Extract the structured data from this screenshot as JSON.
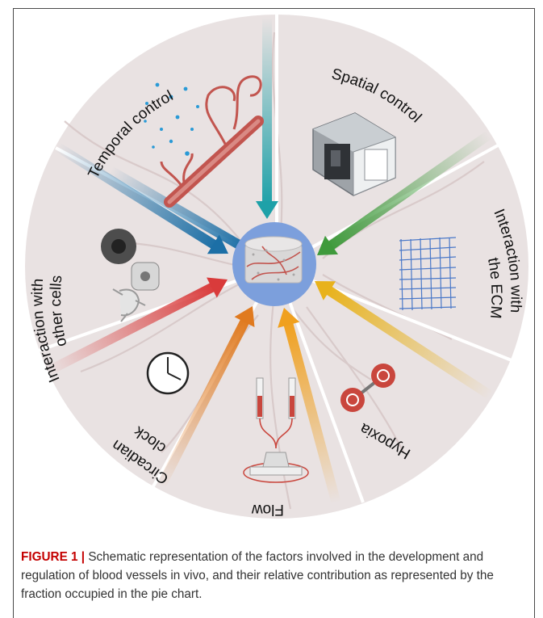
{
  "figure": {
    "segments": [
      {
        "id": "temporal",
        "label": "Temporal control",
        "arrow_color": "#1c6fa6"
      },
      {
        "id": "spatial",
        "label": "Spatial control",
        "arrow_color": "#1ea1a8"
      },
      {
        "id": "ecm",
        "label_line1": "Interaction with",
        "label_line2": "the ECM",
        "arrow_color": "#3f9a3c"
      },
      {
        "id": "hypoxia",
        "label": "Hypoxia",
        "arrow_color": "#e8b21c"
      },
      {
        "id": "flow",
        "label": "Flow",
        "arrow_color": "#f0a01e"
      },
      {
        "id": "circadian",
        "label_line1": "Circadian",
        "label_line2": "clock",
        "arrow_color": "#e07a1f"
      },
      {
        "id": "cells",
        "label_line1": "Interaction with",
        "label_line2": "other cells",
        "arrow_color": "#d93b3b"
      }
    ],
    "colors": {
      "disc": "#e9e2e2",
      "divider": "#ffffff",
      "center_ring": "#7c9fdc",
      "vessel": "#c2554f"
    }
  },
  "caption": {
    "label": "FIGURE 1 |",
    "text": "Schematic representation of the factors involved in the development and regulation of blood vessels in vivo, and their relative contribution as represented by the fraction occupied in the pie chart."
  }
}
